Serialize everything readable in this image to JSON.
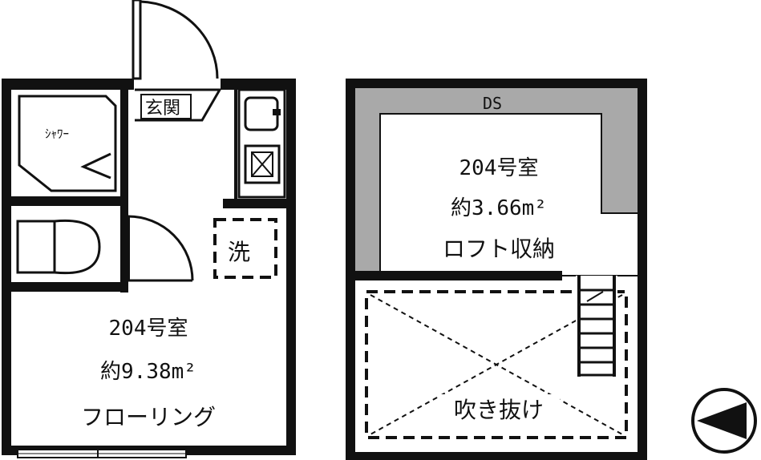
{
  "floor_plan": {
    "colors": {
      "wall": "#111111",
      "duct": "#a9a9a9",
      "paper": "#ffffff"
    },
    "main_floor": {
      "entrance_label": "玄関",
      "shower_label": "ｼｬﾜｰ",
      "washer_label": "洗",
      "room_number": "204号室",
      "area": "約9.38m²",
      "floor_type": "フローリング"
    },
    "loft": {
      "duct_label": "DS",
      "room_number": "204号室",
      "area": "約3.66m²",
      "usage": "ロフト収納",
      "void_label": "吹き抜け"
    },
    "compass": {
      "icon": "north-arrow-icon",
      "direction": "west"
    }
  }
}
